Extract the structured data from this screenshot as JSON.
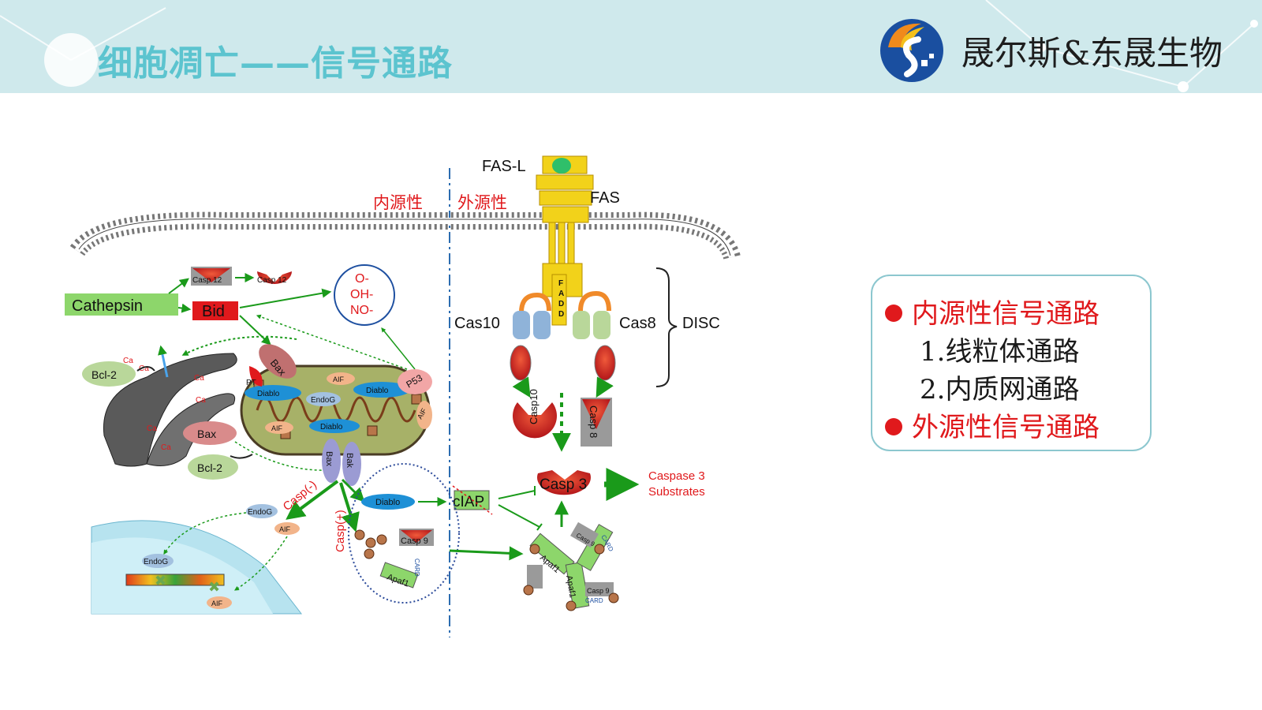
{
  "header": {
    "title": "细胞凋亡——信号通路",
    "brand": "晟尔斯&东晟生物"
  },
  "diagram": {
    "region_labels": {
      "intrinsic": "内源性",
      "extrinsic": "外源性"
    },
    "labels": {
      "fas_l": "FAS-L",
      "fas": "FAS",
      "fadd": [
        "F",
        "A",
        "D",
        "D"
      ],
      "cas10": "Cas10",
      "cas8": "Cas8",
      "disc": "DISC",
      "casp10": "Casp10",
      "casp8": "Casp 8",
      "casp3": "Casp 3",
      "caspase3_substrates": [
        "Caspase 3",
        "Substrates"
      ],
      "ciap": "cIAP",
      "cathepsin": "Cathepsin",
      "bid": "Bid",
      "casp12_a": "Casp 12",
      "casp12_b": "Casp 12",
      "ros": [
        "O-",
        "OH-",
        "NO-"
      ],
      "bcl2_a": "Bcl-2",
      "bcl2_b": "Bcl-2",
      "bax_a": "Bax",
      "bax_b": "Bax",
      "bax_c": "Bax",
      "bak": "Bak",
      "p53": "P53",
      "pt": "PT",
      "aif_a": "AIF",
      "aif_b": "AIF",
      "aif_c": "AIF",
      "aif_d": "AIF",
      "aif_e": "AIF",
      "diablo_a": "Diablo",
      "diablo_b": "Diablo",
      "diablo_c": "Diablo",
      "diablo_d": "Diablo",
      "endog_a": "EndoG",
      "endog_b": "EndoG",
      "endog_c": "EndoG",
      "casp_minus": "Casp(-)",
      "casp_plus": "Casp(+)",
      "casp9_a": "Casp 9",
      "casp9_b": "Casp 9",
      "casp9_c": "Casp 9",
      "apaf1_a": "Apaf1",
      "apaf1_b": "Apaf1",
      "apaf1_c": "Apaf1",
      "card_a": "CARD",
      "card_b": "CARD",
      "card_c": "CARD",
      "ca": "Ca"
    }
  },
  "summary": {
    "intrinsic": "内源性信号通路",
    "item1": "1.线粒体通路",
    "item2": "2.内质网通路",
    "extrinsic": "外源性信号通路"
  },
  "colors": {
    "header_bg": "#cfe9ec",
    "title": "#5cc4cf",
    "accent_red": "#e0191c",
    "arrow_green": "#1a9a1a",
    "cathepsin_green": "#8dd66b",
    "box_border": "#8cc7cf"
  }
}
